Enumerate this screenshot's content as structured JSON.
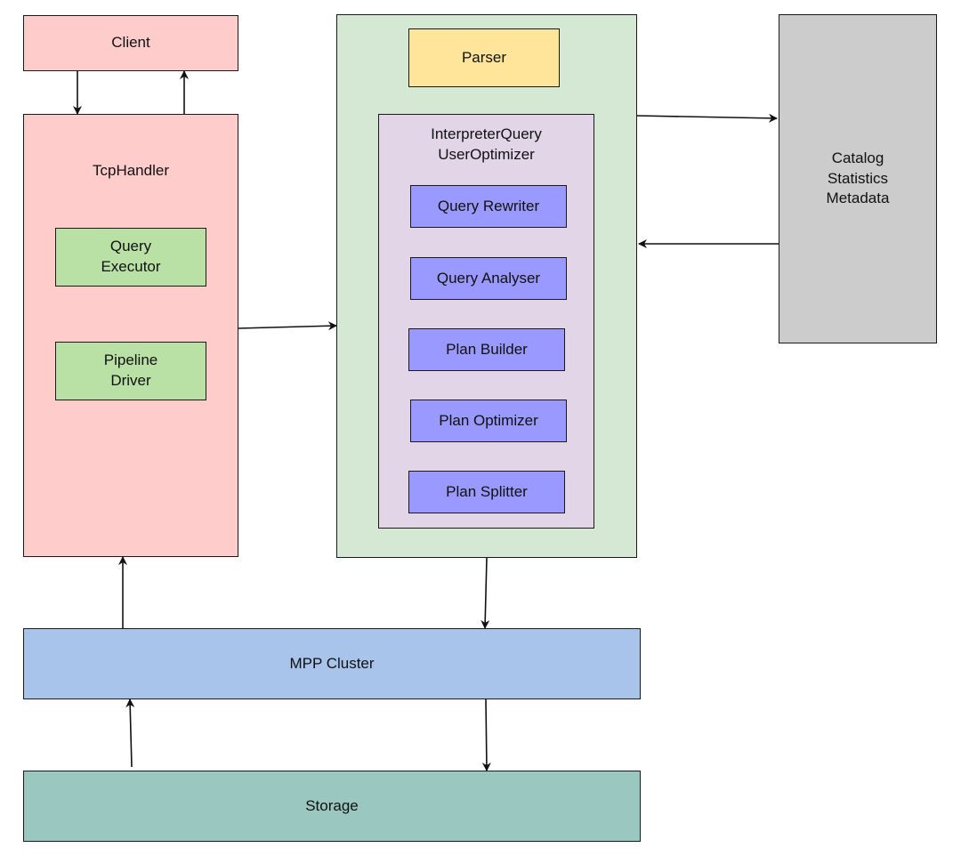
{
  "nodes": {
    "client": "Client",
    "tcp_handler": "TcpHandler",
    "query_executor": "Query\nExecutor",
    "pipeline_driver": "Pipeline\nDriver",
    "parser": "Parser",
    "optimizer": "InterpreterQuery\nUserOptimizer",
    "query_rewriter": "Query Rewriter",
    "query_analyser": "Query Analyser",
    "plan_builder": "Plan Builder",
    "plan_optimizer": "Plan Optimizer",
    "plan_splitter": "Plan Splitter",
    "catalog": "Catalog\nStatistics\nMetadata",
    "mpp_cluster": "MPP Cluster",
    "storage": "Storage"
  },
  "edges": [
    {
      "from": "client",
      "to": "tcp_handler"
    },
    {
      "from": "tcp_handler",
      "to": "client"
    },
    {
      "from": "tcp_handler",
      "to": "optimizer_container"
    },
    {
      "from": "optimizer_container",
      "to": "catalog"
    },
    {
      "from": "catalog",
      "to": "optimizer_container"
    },
    {
      "from": "optimizer_container",
      "to": "mpp_cluster"
    },
    {
      "from": "mpp_cluster",
      "to": "tcp_handler"
    },
    {
      "from": "mpp_cluster",
      "to": "storage"
    },
    {
      "from": "storage",
      "to": "mpp_cluster"
    }
  ],
  "colors": {
    "client_tcp": "#ffcccc",
    "executor": "#b9e0a5",
    "optimizer_outer": "#d5e8d4",
    "optimizer_inner": "#e1d5e7",
    "parser": "#ffe599",
    "steps": "#9999ff",
    "catalog": "#cccccc",
    "mpp": "#a9c4eb",
    "storage": "#9ac7bf",
    "stroke": "#1a1a1a"
  }
}
